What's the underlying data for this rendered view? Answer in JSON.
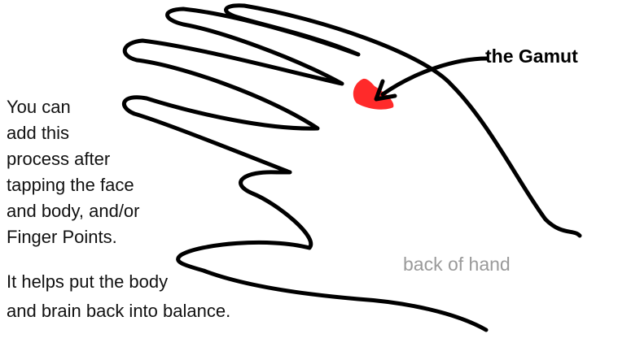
{
  "labels": {
    "gamut": "the Gamut",
    "back_of_hand": "back of hand"
  },
  "instructions": {
    "lines": [
      "You can",
      "add this",
      "process after",
      "tapping the face",
      "and body, and/or",
      "Finger Points.",
      "It helps put the body",
      "and brain back into balance."
    ]
  },
  "colors": {
    "outline": "#000000",
    "gamut_point": "#ff2a2a",
    "hand_label": "#9a9a9a"
  }
}
